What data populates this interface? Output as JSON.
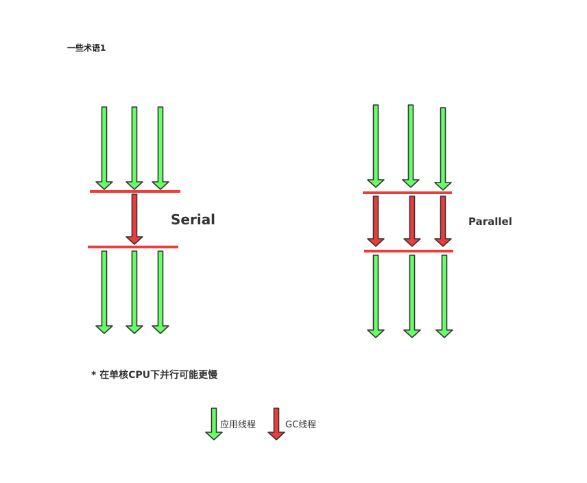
{
  "title": "一些术语1",
  "serial": {
    "label": "Serial"
  },
  "parallel": {
    "label": "Parallel"
  },
  "note": "* 在单核CPU下并行可能更慢",
  "legend": {
    "app_thread": "应用线程",
    "gc_thread": "GC线程"
  },
  "colors": {
    "app_thread": "#66ff66",
    "gc_thread": "#ee3b3b",
    "barrier": "#ee3b3b",
    "outline": "#333333"
  }
}
